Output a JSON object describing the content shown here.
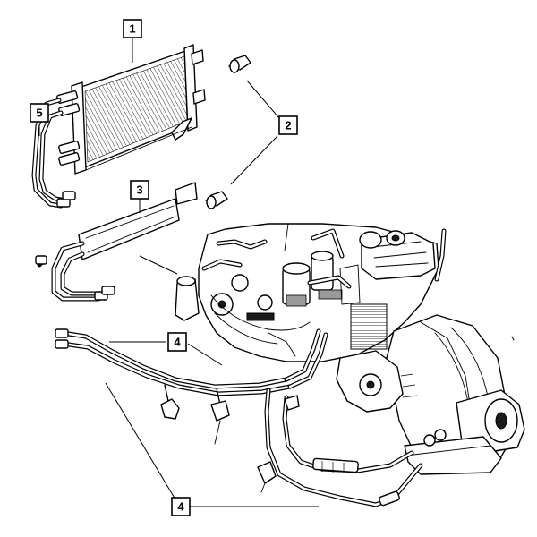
{
  "callouts": [
    {
      "id": "callout-1",
      "label": "1"
    },
    {
      "id": "callout-2",
      "label": "2"
    },
    {
      "id": "callout-3",
      "label": "3"
    },
    {
      "id": "callout-4-upper",
      "label": "4"
    },
    {
      "id": "callout-4-lower",
      "label": "4"
    },
    {
      "id": "callout-5",
      "label": "5"
    }
  ]
}
